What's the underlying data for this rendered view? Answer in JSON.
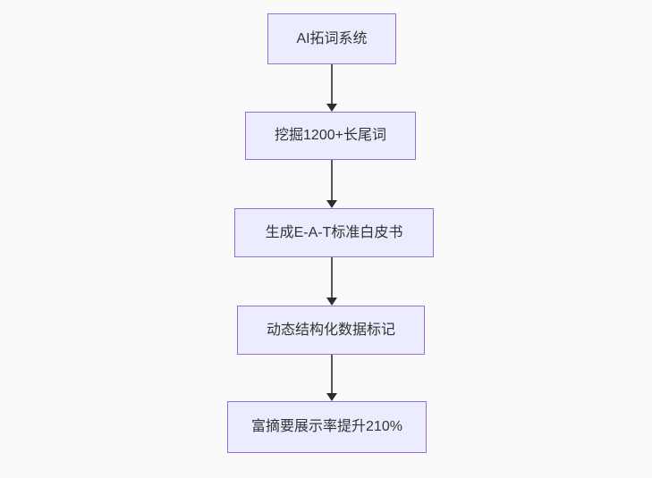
{
  "page": {
    "background_color": "#fafafa"
  },
  "diagram": {
    "type": "flowchart",
    "direction": "top-to-bottom",
    "colors": {
      "node_fill": "#ECECFF",
      "node_border": "#9370DB",
      "node_text": "#333333",
      "edge_line": "#565656",
      "edge_arrowhead": "#2d2d2d"
    },
    "nodes": [
      {
        "label": "AI拓词系统"
      },
      {
        "label": "挖掘1200+长尾词"
      },
      {
        "label": "生成E-A-T标准白皮书"
      },
      {
        "label": "动态结构化数据标记"
      },
      {
        "label": "富摘要展示率提升210%"
      }
    ],
    "edges": [
      {
        "from": 0,
        "to": 1,
        "style": "arrow-down"
      },
      {
        "from": 1,
        "to": 2,
        "style": "arrow-down"
      },
      {
        "from": 2,
        "to": 3,
        "style": "arrow-down"
      },
      {
        "from": 3,
        "to": 4,
        "style": "arrow-down"
      }
    ]
  }
}
